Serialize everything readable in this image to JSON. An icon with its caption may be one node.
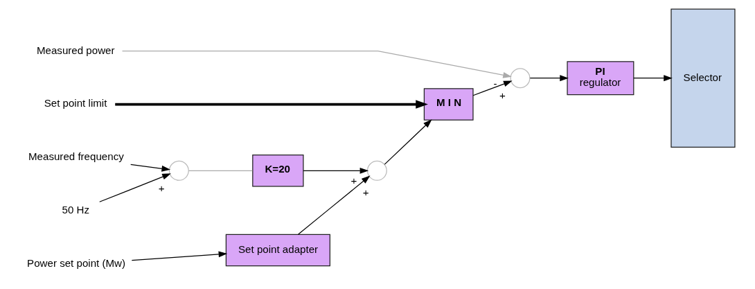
{
  "diagram": {
    "nodes": [
      {
        "text": [
          "50 Hz"
        ]
      },
      {
        "text": [
          "Measured frequency"
        ]
      },
      {
        "text": [],
        "shape": "circle"
      },
      {
        "text": [
          "K=20"
        ]
      },
      {
        "text": [
          "Power set point (Mw)"
        ]
      },
      {
        "text": [
          "Set point adapter"
        ]
      },
      {
        "text": [],
        "shape": "circle"
      },
      {
        "text": [
          "M I N"
        ]
      },
      {
        "text": [],
        "shape": "circle"
      },
      {
        "text": [
          "PI",
          "regulator"
        ]
      },
      {
        "text": [
          "Selector"
        ]
      },
      {
        "text": [
          "Set point limit"
        ]
      },
      {
        "text": [
          "Measured power"
        ]
      }
    ],
    "edges": [
      {
        "from": 0,
        "to": 2,
        "arrow": "to",
        "label": "+"
      },
      {
        "from": 1,
        "to": 2,
        "arrow": "to"
      },
      {
        "from": 2,
        "to": 3,
        "arrow": "none",
        "color": "#aaaaaa"
      },
      {
        "from": 3,
        "to": 6,
        "arrow": "to",
        "label": "+"
      },
      {
        "from": 4,
        "to": 5,
        "arrow": "to"
      },
      {
        "from": 5,
        "to": 6,
        "arrow": "to",
        "label": "+"
      },
      {
        "from": 6,
        "to": 7,
        "arrow": "to"
      },
      {
        "from": 11,
        "to": 7,
        "arrow": "to",
        "style": "thick"
      },
      {
        "from": 7,
        "to": 8,
        "arrow": "to",
        "label": "+"
      },
      {
        "from": 12,
        "to": 8,
        "arrow": "to",
        "label": "-",
        "color": "#aaaaaa"
      },
      {
        "from": 8,
        "to": 9,
        "arrow": "to"
      },
      {
        "from": 9,
        "to": 10,
        "arrow": "to"
      }
    ]
  }
}
